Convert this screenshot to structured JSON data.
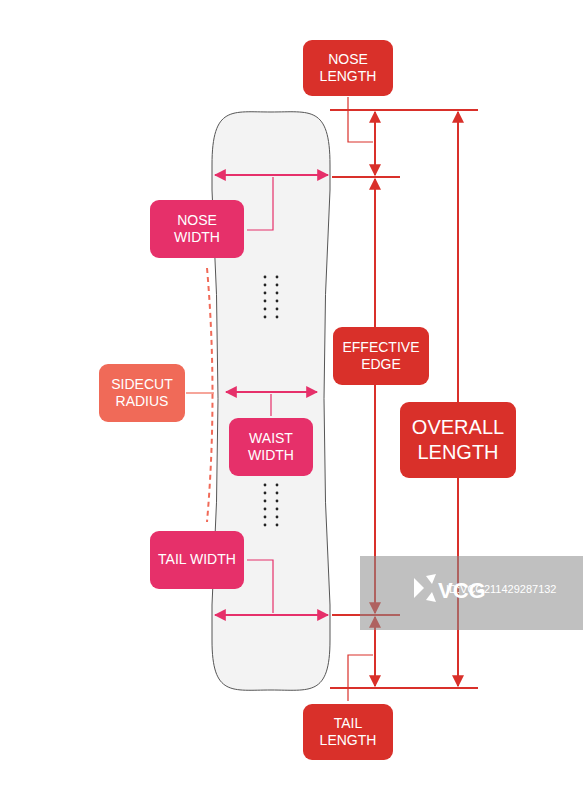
{
  "diagram": {
    "nodes": [
      {
        "text": [
          "NOSE LENGTH"
        ]
      },
      {
        "text": [
          "NOSE WIDTH"
        ]
      },
      {
        "text": [
          "EFFECTIVE EDGE"
        ]
      },
      {
        "text": [
          "SIDECUT RADIUS"
        ]
      },
      {
        "text": [
          "OVERALL LENGTH"
        ]
      },
      {
        "text": [
          "WAIST WIDTH"
        ]
      },
      {
        "text": [
          "TAIL WIDTH"
        ]
      },
      {
        "text": [
          "TAIL LENGTH"
        ]
      }
    ],
    "labels": [
      "VCG",
      "ID:VCG211429287132"
    ]
  }
}
